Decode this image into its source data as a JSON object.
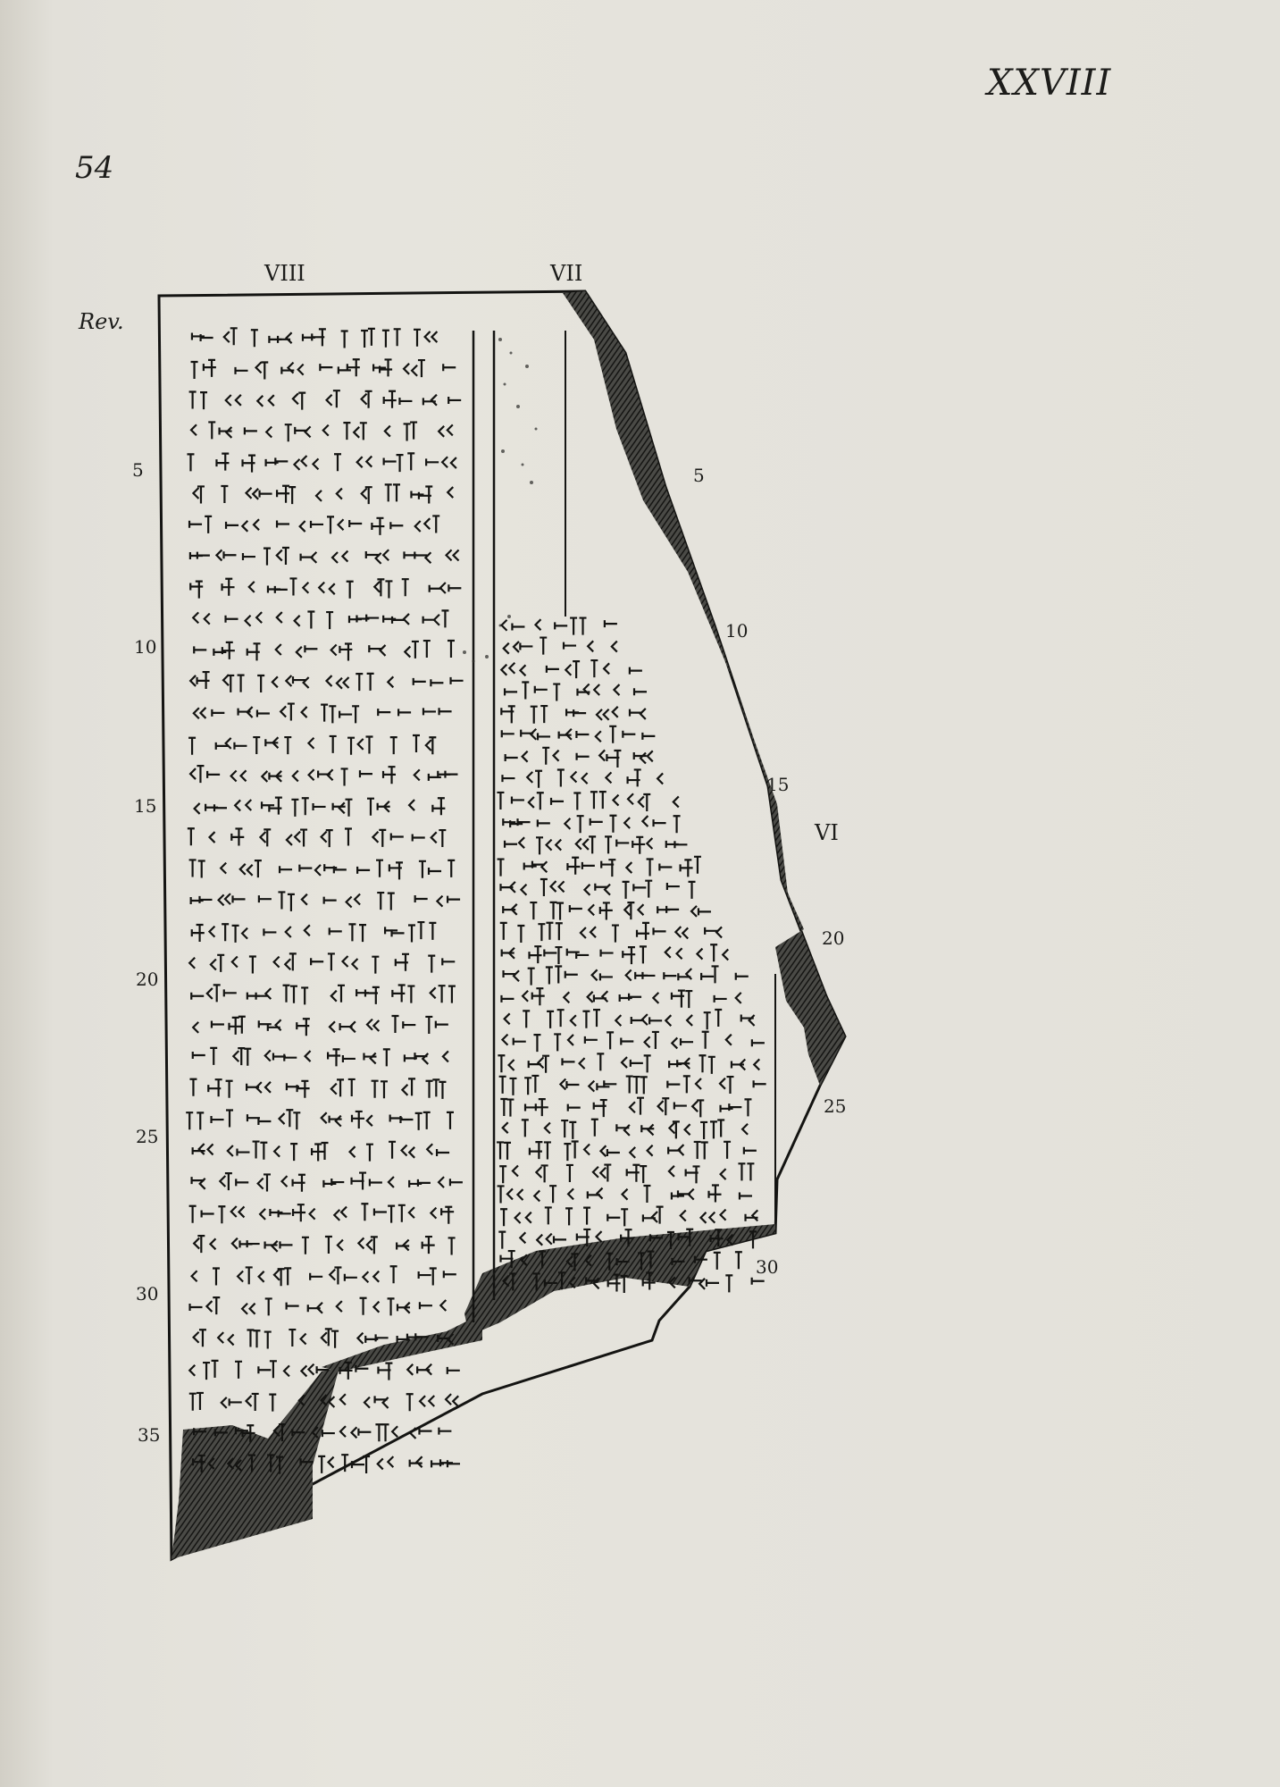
{
  "header": {
    "plate_number": "XXVIII",
    "page_number": "54"
  },
  "tablet": {
    "side_label": "Rev.",
    "columns": {
      "left": "VIII",
      "middle": "VII",
      "right": "VI"
    },
    "left_line_numbers": [
      "5",
      "10",
      "15",
      "20",
      "25",
      "30",
      "35"
    ],
    "right_line_numbers": [
      "5",
      "10",
      "15",
      "20",
      "25",
      "30"
    ],
    "text_lines": {
      "column_viii": 37,
      "column_vii": 31
    }
  },
  "colors": {
    "paper": "#e4e2db",
    "ink": "#1c1c1a",
    "hatch": "#2a2a27"
  }
}
